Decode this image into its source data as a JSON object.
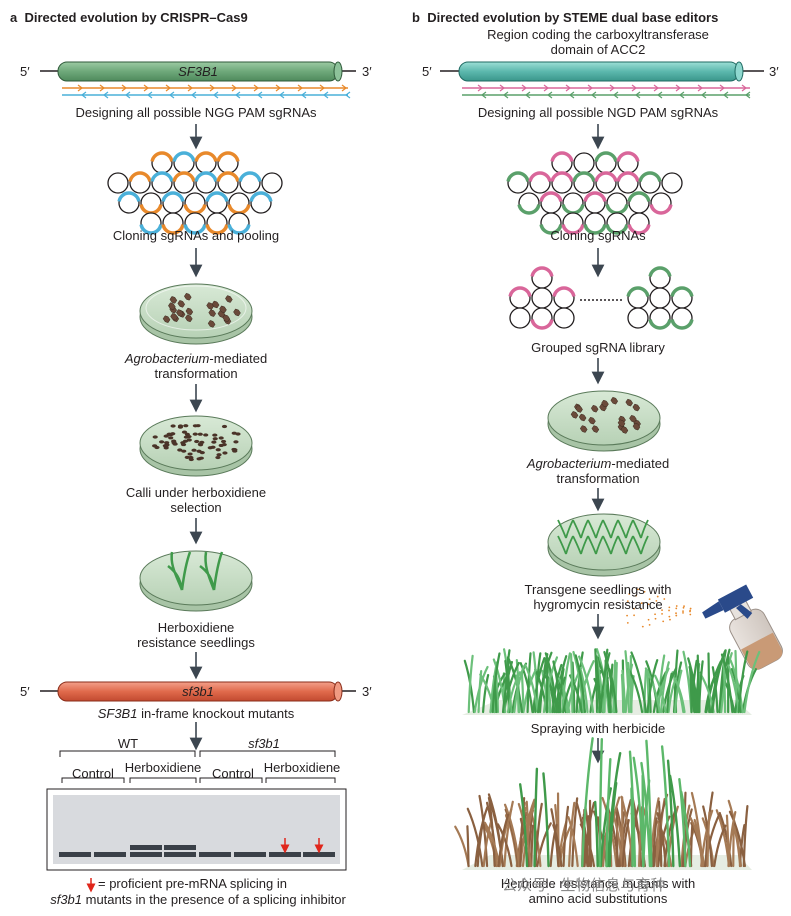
{
  "panel_a": {
    "letter": "a",
    "title": "Directed evolution by CRISPR–Cas9",
    "gene_name": "SF3B1",
    "end5": "5′",
    "end3": "3′",
    "step1": "Designing all possible NGG PAM sgRNAs",
    "step2": "Cloning sgRNAs and pooling",
    "step3_italic": "Agrobacterium",
    "step3_rest": "-mediated",
    "step3_line2": "transformation",
    "step4_line1": "Calli under herboxidiene",
    "step4_line2": "selection",
    "step5_line1": "Herboxidiene",
    "step5_line2": "resistance seedlings",
    "mutant_gene": "sf3b1",
    "mutant_label_italic": "SF3B1",
    "mutant_label_rest": " in-frame knockout mutants",
    "gel_wt": "WT",
    "gel_mut": "sf3b1",
    "gel_control": "Control",
    "gel_herbox": "Herboxidiene",
    "legend_rest": "= proficient pre-mRNA splicing in",
    "legend_line2_italic": "sf3b1",
    "legend_line2_rest": " mutants in the presence of a splicing inhibitor"
  },
  "panel_b": {
    "letter": "b",
    "title": "Directed evolution by STEME dual base editors",
    "region_line1": "Region coding the carboxyltransferase",
    "region_line2": "domain of ACC2",
    "end5": "5′",
    "end3": "3′",
    "step1": "Designing all possible NGD PAM sgRNAs",
    "step2": "Cloning sgRNAs",
    "step3": "Grouped sgRNA library",
    "step4_italic": "Agrobacterium",
    "step4_rest": "-mediated",
    "step4_line2": "transformation",
    "step5_line1": "Transgene seedlings with",
    "step5_line2": "hygromycin resistance",
    "step6": "Spraying with herbicide",
    "step7_line1": "Herbicide resistance mutants with",
    "step7_line2": "amino acid substitutions"
  },
  "watermark": "公众号 · 生物信息与育种",
  "colors": {
    "green_gene": "#7fb088",
    "teal_gene": "#6cc2b8",
    "red_gene": "#e46a4d",
    "orange": "#e8892b",
    "blue": "#4ab0d9",
    "pink": "#d9669a",
    "green": "#5aa06a",
    "dish": "#c9dfc8",
    "arrow": "#3c4650",
    "gel_bg": "#d8dade",
    "band": "#3a4048",
    "red_arrow": "#e0261b"
  }
}
